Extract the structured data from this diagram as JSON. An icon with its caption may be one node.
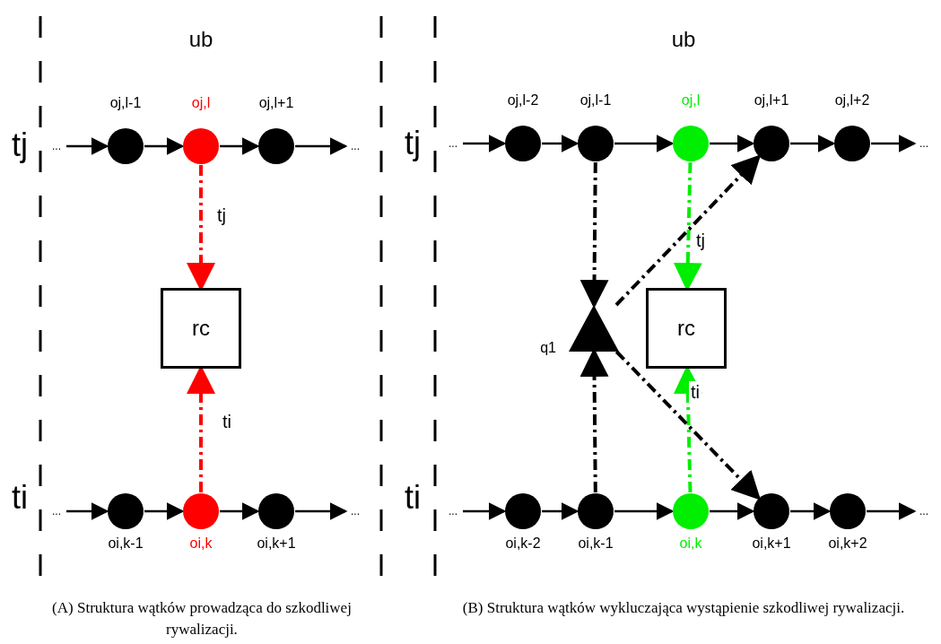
{
  "diagram": {
    "nodes": [
      {
        "text": [
          "..."
        ]
      },
      {
        "text": [],
        "shape": "circle",
        "beside": [
          "oj,l-1"
        ]
      },
      {
        "text": [],
        "shape": "circle",
        "beside": [
          "oj,l"
        ]
      },
      {
        "text": [],
        "shape": "circle",
        "beside": [
          "oj,l+1"
        ]
      },
      {
        "text": [
          "..."
        ]
      },
      {
        "text": [
          "rc"
        ]
      },
      {
        "text": [
          "..."
        ]
      },
      {
        "text": [],
        "shape": "circle",
        "beside": [
          "oi,k-1"
        ]
      },
      {
        "text": [],
        "shape": "circle",
        "beside": [
          "oi,k"
        ]
      },
      {
        "text": [],
        "shape": "circle",
        "beside": [
          "oi,k+1"
        ]
      },
      {
        "text": [
          "..."
        ]
      },
      {
        "text": [
          "..."
        ]
      },
      {
        "text": [],
        "shape": "circle",
        "beside": [
          "oj,l-2"
        ]
      },
      {
        "text": [],
        "shape": "circle",
        "beside": [
          "oj,l-1"
        ]
      },
      {
        "text": [],
        "shape": "circle",
        "beside": [
          "oj,l"
        ]
      },
      {
        "text": [],
        "shape": "circle",
        "beside": [
          "oj,l+1"
        ]
      },
      {
        "text": [],
        "shape": "circle",
        "beside": [
          "oj,l+2"
        ]
      },
      {
        "text": [
          "..."
        ]
      },
      {
        "text": [],
        "shape": "triangle",
        "beside": [
          "q1"
        ]
      },
      {
        "text": [
          "rc"
        ]
      },
      {
        "text": [
          "..."
        ]
      },
      {
        "text": [],
        "shape": "circle",
        "beside": [
          "oi,k-2"
        ]
      },
      {
        "text": [],
        "shape": "circle",
        "beside": [
          "oi,k-1"
        ]
      },
      {
        "text": [],
        "shape": "circle",
        "beside": [
          "oi,k"
        ]
      },
      {
        "text": [],
        "shape": "circle",
        "beside": [
          "oi,k+1"
        ]
      },
      {
        "text": [],
        "shape": "circle",
        "beside": [
          "oi,k+2"
        ]
      },
      {
        "text": [
          "..."
        ]
      }
    ],
    "edges": [
      {
        "from": 0,
        "to": 1,
        "arrow": "to"
      },
      {
        "from": 1,
        "to": 2,
        "arrow": "to"
      },
      {
        "from": 2,
        "to": 3,
        "arrow": "to"
      },
      {
        "from": 3,
        "to": 4,
        "arrow": "to"
      },
      {
        "from": 6,
        "to": 7,
        "arrow": "to"
      },
      {
        "from": 7,
        "to": 8,
        "arrow": "to"
      },
      {
        "from": 8,
        "to": 9,
        "arrow": "to"
      },
      {
        "from": 9,
        "to": 10,
        "arrow": "to"
      },
      {
        "from": 2,
        "to": 5,
        "arrow": "to",
        "label": "tj",
        "style": "dashed",
        "color": "#ff0000"
      },
      {
        "from": 8,
        "to": 5,
        "arrow": "to",
        "label": "ti",
        "style": "dashed",
        "color": "#ff0000"
      },
      {
        "from": 11,
        "to": 12,
        "arrow": "to"
      },
      {
        "from": 12,
        "to": 13,
        "arrow": "to"
      },
      {
        "from": 13,
        "to": 14,
        "arrow": "to"
      },
      {
        "from": 14,
        "to": 15,
        "arrow": "to"
      },
      {
        "from": 15,
        "to": 16,
        "arrow": "to"
      },
      {
        "from": 16,
        "to": 17,
        "arrow": "to"
      },
      {
        "from": 20,
        "to": 21,
        "arrow": "to"
      },
      {
        "from": 21,
        "to": 22,
        "arrow": "to"
      },
      {
        "from": 22,
        "to": 23,
        "arrow": "to"
      },
      {
        "from": 23,
        "to": 24,
        "arrow": "to"
      },
      {
        "from": 24,
        "to": 25,
        "arrow": "to"
      },
      {
        "from": 25,
        "to": 26,
        "arrow": "to"
      },
      {
        "from": 14,
        "to": 19,
        "arrow": "to",
        "label": "tj",
        "style": "dashed",
        "color": "#00ee00"
      },
      {
        "from": 23,
        "to": 19,
        "arrow": "to",
        "label": "ti",
        "style": "dashed",
        "color": "#00ee00"
      },
      {
        "from": 13,
        "to": 18,
        "arrow": "to",
        "style": "dashed"
      },
      {
        "from": 22,
        "to": 18,
        "arrow": "to",
        "style": "dashed"
      },
      {
        "from": 18,
        "to": 15,
        "arrow": "to",
        "style": "dashed"
      },
      {
        "from": 18,
        "to": 24,
        "arrow": "to",
        "style": "dashed"
      }
    ],
    "labels": [
      "ub",
      "tj",
      "ti",
      "(A) Struktura wątków prowadząca do szkodliwej rywalizacji.",
      "ub",
      "tj",
      "ti",
      "(B) Struktura wątków wykluczająca wystąpienie szkodliwej rywalizacji."
    ]
  }
}
